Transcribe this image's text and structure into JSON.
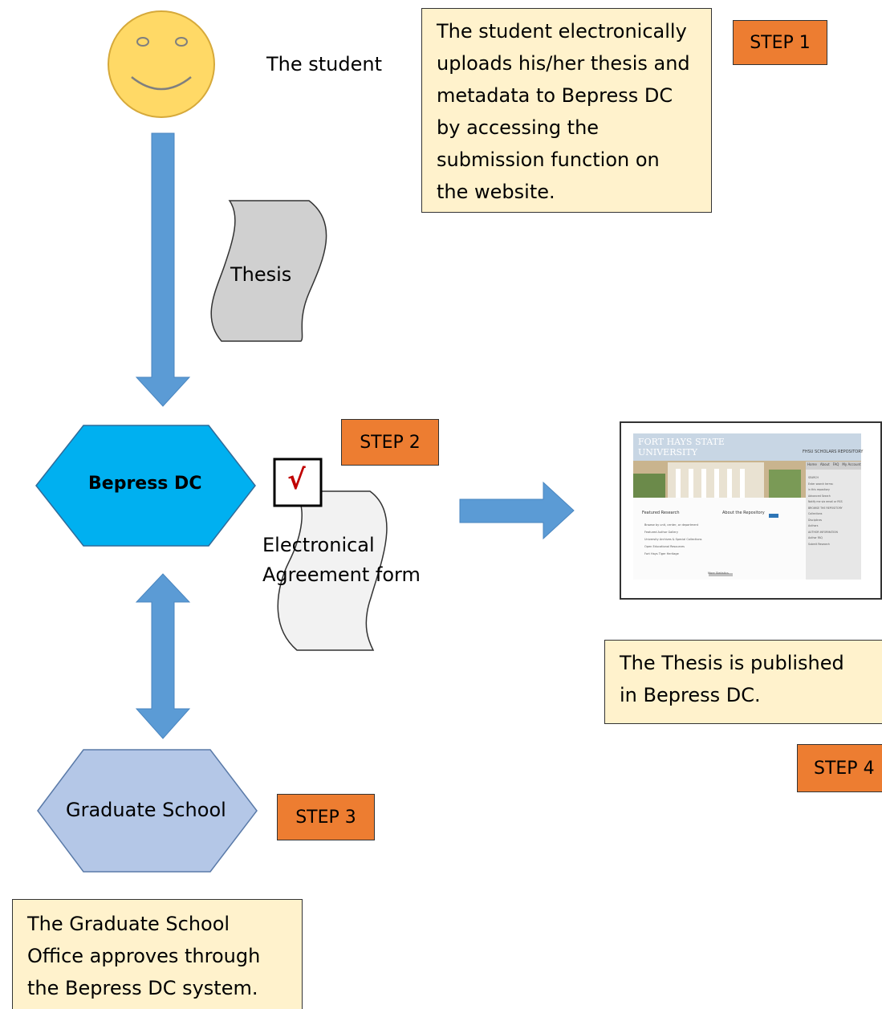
{
  "actors": {
    "student": "The student",
    "bepress": "Bepress DC",
    "graduate_school": "Graduate School"
  },
  "documents": {
    "thesis": "Thesis",
    "agreement_line1": "Electronical",
    "agreement_line2": "Agreement form",
    "check_mark": "√"
  },
  "steps": {
    "step1": "STEP 1",
    "step2": "STEP 2",
    "step3": "STEP 3",
    "step4": "STEP 4"
  },
  "notes": {
    "step1_text": "The student electronically uploads his/her thesis and metadata to Bepress DC by accessing the submission function on the website.",
    "step3_text": "The Graduate School Office approves through the Bepress DC system.",
    "step4_text": "The Thesis is published in Bepress DC."
  },
  "repository_screenshot": {
    "university_line1": "FORT HAYS STATE",
    "university_line2": "UNIVERSITY",
    "repository_title": "FHSU SCHOLARS REPOSITORY",
    "nav": [
      "Home",
      "About",
      "FAQ",
      "My Account"
    ],
    "featured_heading": "Featured Research",
    "about_heading": "About the Repository",
    "featured_items": [
      "Browse by unit, center, or department",
      "Featured Author Gallery",
      "University Archives & Special Collections",
      "Open Educational Resources",
      "Fort Hays Tiger Heritage"
    ],
    "more_button": "More Statistics",
    "sidebar": [
      "SEARCH",
      "Enter search terms:",
      "in this repository",
      "Advanced Search",
      "Notify me via email or RSS",
      "BROWSE THE REPOSITORY",
      "Collections",
      "Disciplines",
      "Authors",
      "AUTHOR INFORMATION",
      "Author FAQ",
      "Submit Research"
    ]
  },
  "colors": {
    "arrow": "#5b9bd5",
    "bepress_hexagon": "#00b0f0",
    "graduate_hexagon": "#b4c7e7",
    "note_fill": "#fff2cc",
    "step_fill": "#ed7d31",
    "smiley_fill": "#ffd966",
    "thesis_fill": "#d0d0d0",
    "agreement_fill": "#f2f2f2",
    "check": "#c00000"
  }
}
